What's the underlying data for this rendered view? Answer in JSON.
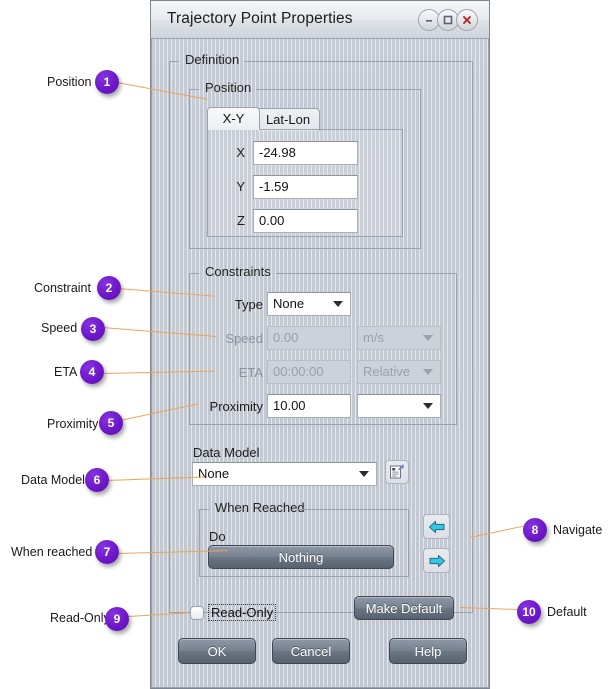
{
  "window": {
    "title": "Trajectory Point Properties",
    "buttons": [
      {
        "name": "minimize",
        "glyph": "minimize-icon"
      },
      {
        "name": "maximize",
        "glyph": "maximize-icon"
      },
      {
        "name": "close",
        "glyph": "close-icon"
      }
    ]
  },
  "definition": {
    "legend": "Definition",
    "position": {
      "legend": "Position",
      "tabs": [
        {
          "label": "X-Y",
          "active": true
        },
        {
          "label": "Lat-Lon",
          "active": false
        }
      ],
      "fields": [
        {
          "label": "X",
          "value": "-24.98"
        },
        {
          "label": "Y",
          "value": "-1.59"
        },
        {
          "label": "Z",
          "value": "0.00"
        }
      ]
    },
    "constraints": {
      "legend": "Constraints",
      "type": {
        "label": "Type",
        "value": "None",
        "enabled": true
      },
      "speed": {
        "label": "Speed",
        "value": "0.00",
        "unit": "m/s",
        "enabled": false
      },
      "eta": {
        "label": "ETA",
        "value": "00:00:00",
        "unit": "Relative",
        "enabled": false
      },
      "proximity": {
        "label": "Proximity",
        "value": "10.00",
        "unit": "",
        "enabled": true
      }
    },
    "data_model": {
      "label": "Data Model",
      "value": "None",
      "edit_icon": "edit-data-model-icon"
    },
    "when_reached": {
      "legend": "When Reached",
      "do_label": "Do",
      "action": "Nothing"
    },
    "read_only": {
      "label": "Read-Only",
      "checked": false
    },
    "make_default": "Make Default",
    "navigate": {
      "prev_icon": "arrow-left-icon",
      "next_icon": "arrow-right-icon"
    }
  },
  "footer": {
    "ok": "OK",
    "cancel": "Cancel",
    "help": "Help"
  },
  "callouts": [
    {
      "n": "1",
      "label": "Position",
      "side": "left"
    },
    {
      "n": "2",
      "label": "Constraint",
      "side": "left"
    },
    {
      "n": "3",
      "label": "Speed",
      "side": "left"
    },
    {
      "n": "4",
      "label": "ETA",
      "side": "left"
    },
    {
      "n": "5",
      "label": "Proximity",
      "side": "left"
    },
    {
      "n": "6",
      "label": "Data Model",
      "side": "left"
    },
    {
      "n": "7",
      "label": "When reached",
      "side": "left"
    },
    {
      "n": "8",
      "label": "Navigate",
      "side": "right"
    },
    {
      "n": "9",
      "label": "Read-Only",
      "side": "left"
    },
    {
      "n": "10",
      "label": "Default",
      "side": "right"
    }
  ],
  "colors": {
    "badge": "#6d17c9",
    "leader": "#f0a355",
    "dialog_bg": "#c5cbd4",
    "button": "#6b7683"
  }
}
